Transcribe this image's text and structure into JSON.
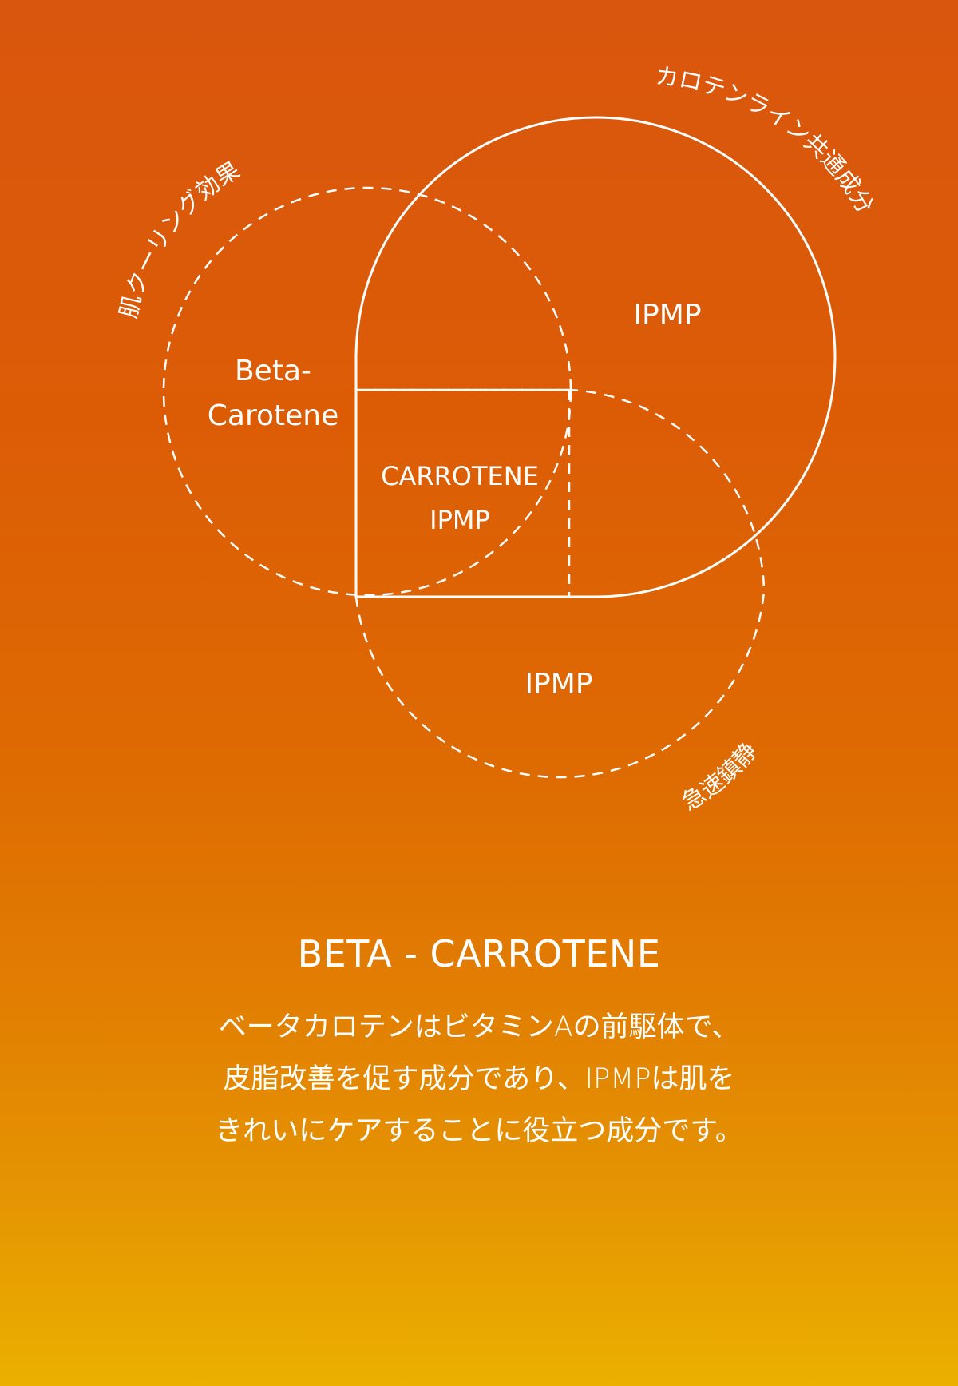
{
  "colors": {
    "gradient_top": "#d9560e",
    "gradient_bottom": "#ebb000",
    "line": "#ffffff",
    "text": "#ffffff"
  },
  "diagram": {
    "circle_labels": {
      "cooling": "肌クーリング効果",
      "common": "カロテンライン共通成分",
      "soothing": "急速鎮静"
    },
    "regions": {
      "beta_line1": "Beta-",
      "beta_line2": "Carotene",
      "ipmp_top": "IPMP",
      "center_line1": "CARROTENE",
      "center_line2": "IPMP",
      "ipmp_bottom": "IPMP"
    }
  },
  "content": {
    "heading": "BETA - CARROTENE",
    "description_lines": [
      "ベータカロテンはビタミンAの前駆体で、",
      "皮脂改善を促す成分であり、IPMPは肌を",
      "きれいにケアすることに役立つ成分です。"
    ]
  }
}
